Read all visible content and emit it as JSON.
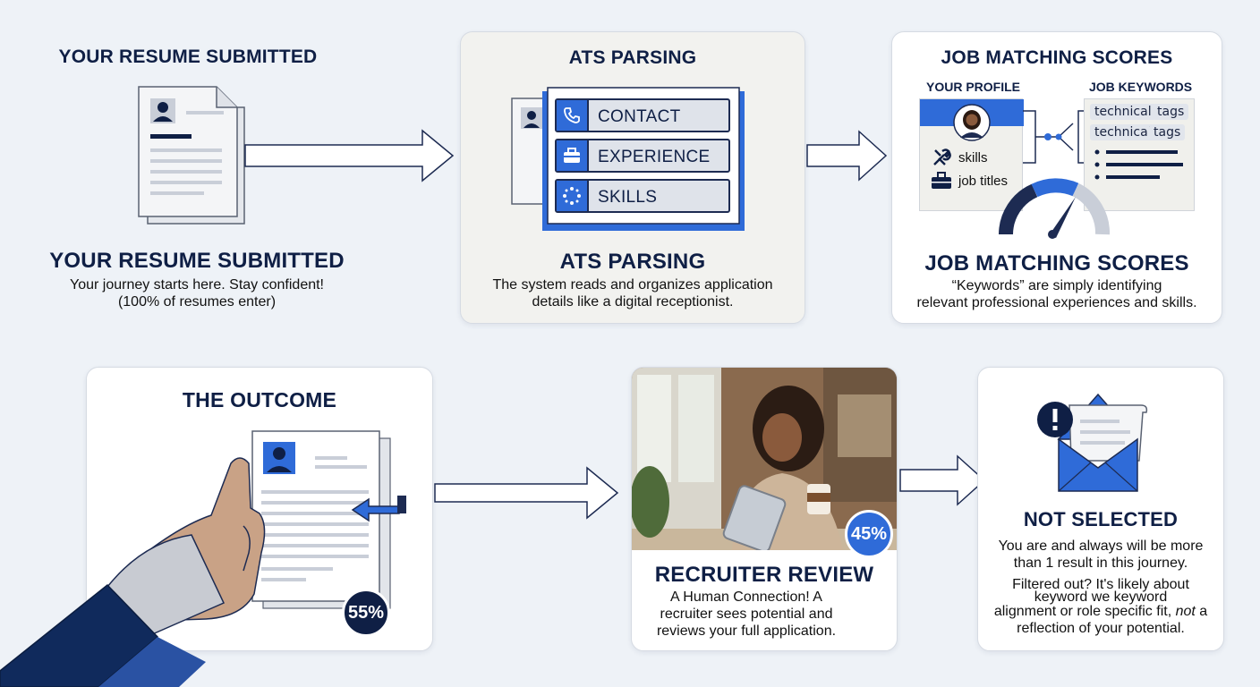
{
  "colors": {
    "navy": "#0f1f45",
    "accent_blue": "#2f6bd8",
    "background": "#eef2f7"
  },
  "step1": {
    "header": "YOUR RESUME SUBMITTED",
    "title": "YOUR RESUME SUBMITTED",
    "line1": "Your journey starts here. Stay confident!",
    "line2": "(100% of resumes enter)"
  },
  "step2": {
    "header": "ATS PARSING",
    "title": "ATS PARSING",
    "fields": [
      "CONTACT",
      "EXPERIENCE",
      "SKILLS"
    ],
    "line1": "The system reads and organizes application",
    "line2": "details like a digital receptionist."
  },
  "step3": {
    "header": "JOB MATCHING SCORES",
    "profile_label": "YOUR PROFILE",
    "keywords_label": "JOB KEYWORDS",
    "profile_items": [
      "skills",
      "job titles"
    ],
    "tags": [
      "technical",
      "tags",
      "technical",
      "tags"
    ],
    "title": "JOB MATCHING SCORES",
    "line1": "“Keywords” are simply identifying",
    "line2": "relevant professional experiences and skills."
  },
  "step4": {
    "header": "THE OUTCOME",
    "badge": "55%"
  },
  "step5": {
    "badge": "45%",
    "title": "RECRUITER REVIEW",
    "line1": "A Human Connection! A",
    "line2": "recruiter sees potential and",
    "line3": "reviews your full application."
  },
  "step6": {
    "title": "NOT SELECTED",
    "line1": "You are and always will be more",
    "line2": "than 1 result in this journey.",
    "line3": "Filtered out? It's likely about",
    "line4": "keyword we keyword",
    "line5_a": "alignment or role specific fit, ",
    "line5_em": "not",
    "line5_b": " a",
    "line6": "reflection of your potential."
  }
}
